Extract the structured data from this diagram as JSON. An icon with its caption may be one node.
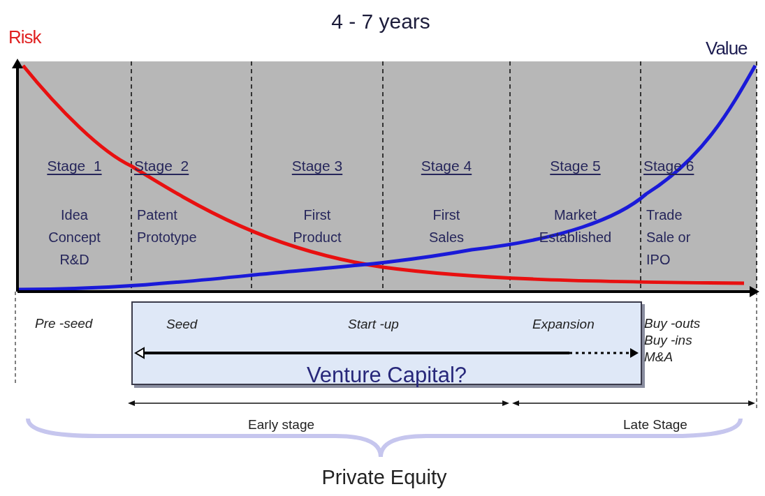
{
  "diagram": {
    "title": "4 - 7 years",
    "nodes": [
      {
        "text": [
          "Stage  1",
          "Idea Concept R&D"
        ]
      },
      {
        "text": [
          "Stage  2",
          "Patent Prototype"
        ]
      },
      {
        "text": [
          "Stage 3",
          "First Product"
        ]
      },
      {
        "text": [
          "Stage 4",
          "First Sales"
        ]
      },
      {
        "text": [
          "Stage 5",
          "Market Established"
        ]
      },
      {
        "text": [
          "Stage 6",
          "Trade Sale or IPO"
        ]
      },
      {
        "text": [
          "Seed",
          "Start -up",
          "Expansion",
          "Venture Capital?"
        ]
      }
    ],
    "labels": [
      "Risk",
      "Value",
      "Pre -seed",
      "Buy -outs Buy -ins M&A",
      "Early stage",
      "Late Stage",
      "Private Equity"
    ]
  }
}
